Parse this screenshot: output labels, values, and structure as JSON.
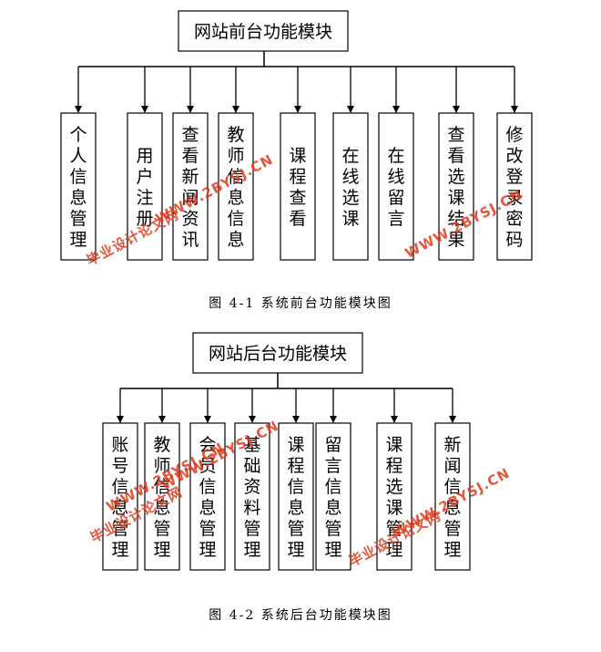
{
  "diagrams": [
    {
      "root": "网站前台功能模块",
      "caption": "图  4-1 系统前台功能模块图",
      "children": [
        "个人信息管理",
        "用户注册",
        "查看新闻资讯",
        "教师信息信息",
        "课程查看",
        "在线选课",
        "在线留言",
        "查看选课结果",
        "修改登录密码"
      ]
    },
    {
      "root": "网站后台功能模块",
      "caption": "图  4-2 系统后台功能模块图",
      "children": [
        "账号信息管理",
        "教师信息管理",
        "会员信息管理",
        "基础资料管理",
        "课程信息管理",
        "留言信息管理",
        "课程选课管理",
        "新闻信息管理"
      ]
    }
  ],
  "watermarks": [
    "毕业设计论文网",
    "WWW.2BYSJ.CN",
    "WWW.2BYSJ.CN",
    "毕业设计论文网",
    "WWW.2BYSJ.CN",
    "WWW.2BYSJ.CN",
    "毕业设计论文网",
    "WWW.2BYSJ.CN"
  ],
  "colors": {
    "line": "#000000",
    "watermark": "#e03a1e"
  }
}
